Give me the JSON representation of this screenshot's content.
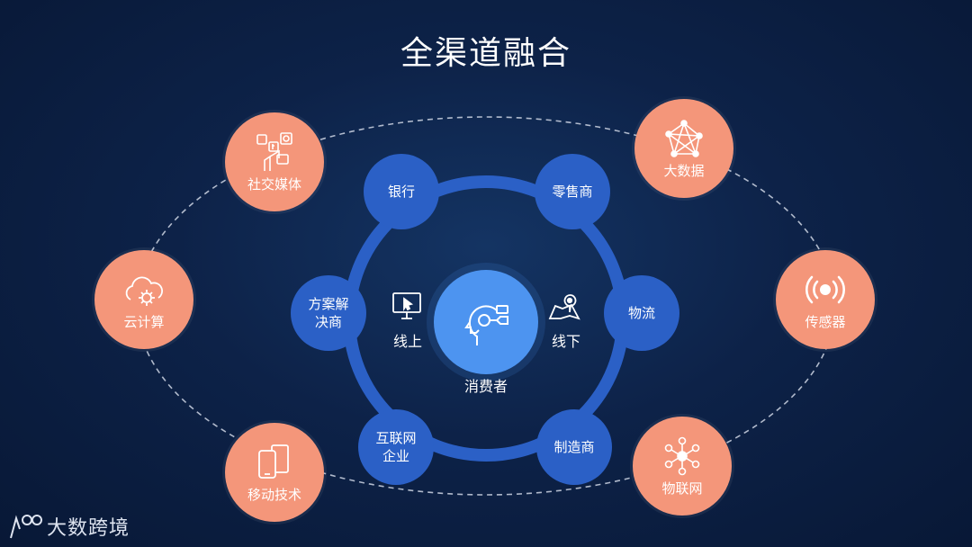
{
  "title": "全渠道融合",
  "center": {
    "label": "消费者"
  },
  "side_labels": {
    "online": "线上",
    "offline": "线下"
  },
  "inner_nodes": {
    "bank": "银行",
    "retailer": "零售商",
    "logistics": "物流",
    "manufacturer": "制造商",
    "internet_company_line1": "互联网",
    "internet_company_line2": "企业",
    "solution_provider_line1": "方案解",
    "solution_provider_line2": "决商"
  },
  "outer_nodes": {
    "social_media": "社交媒体",
    "big_data": "大数据",
    "cloud_computing": "云计算",
    "sensor": "传感器",
    "mobile_tech": "移动技术",
    "iot": "物联网"
  },
  "watermark": {
    "text": "大数跨境"
  },
  "colors": {
    "background": "#0d2248",
    "ring": "#2b60c6",
    "outer_node": "#f4967a",
    "center_node": "#4d94f0"
  },
  "icons": {
    "social_media": "social-media-icon",
    "big_data": "network-graph-icon",
    "cloud_computing": "cloud-gear-icon",
    "sensor": "signal-broadcast-icon",
    "mobile_tech": "mobile-devices-icon",
    "iot": "iot-network-icon",
    "center": "consumer-head-icon",
    "online": "monitor-cursor-icon",
    "offline": "map-pin-icon"
  }
}
